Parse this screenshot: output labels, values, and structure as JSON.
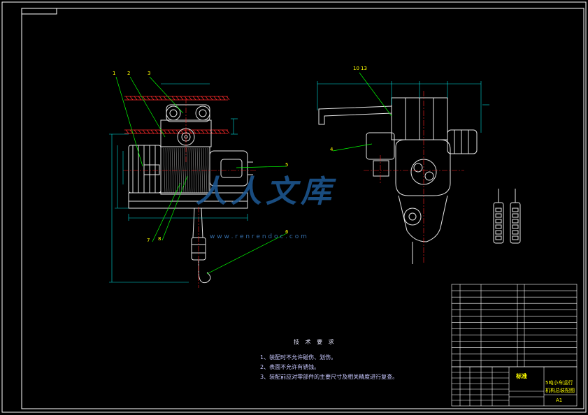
{
  "part_labels": [
    "1",
    "2",
    "3",
    "4",
    "5",
    "6",
    "7",
    "8",
    "10",
    "13"
  ],
  "notes": {
    "title": "技 术 要 求",
    "items": [
      "1、装配时不允许碰伤、划伤。",
      "2、表面不允许有锈蚀。",
      "3、装配前应对零部件的主要尺寸及相关精度进行复查。"
    ]
  },
  "title_block": {
    "stamp": "标准",
    "drawing_title_line1": "5吨小车运行",
    "drawing_title_line2": "机构总装配图",
    "sheet_size": "A1"
  },
  "watermark": {
    "text_cn": "人人文库",
    "url": "w w w . r e n r e n d o c . c o m"
  },
  "colors": {
    "background": "#000000",
    "frame": "#ffffff",
    "outline": "#e0e0e0",
    "leader": "#00ff00",
    "dimension": "#00ffff",
    "centerline": "#ff2020",
    "label": "#ffff00",
    "watermark": "#1e5a96"
  }
}
